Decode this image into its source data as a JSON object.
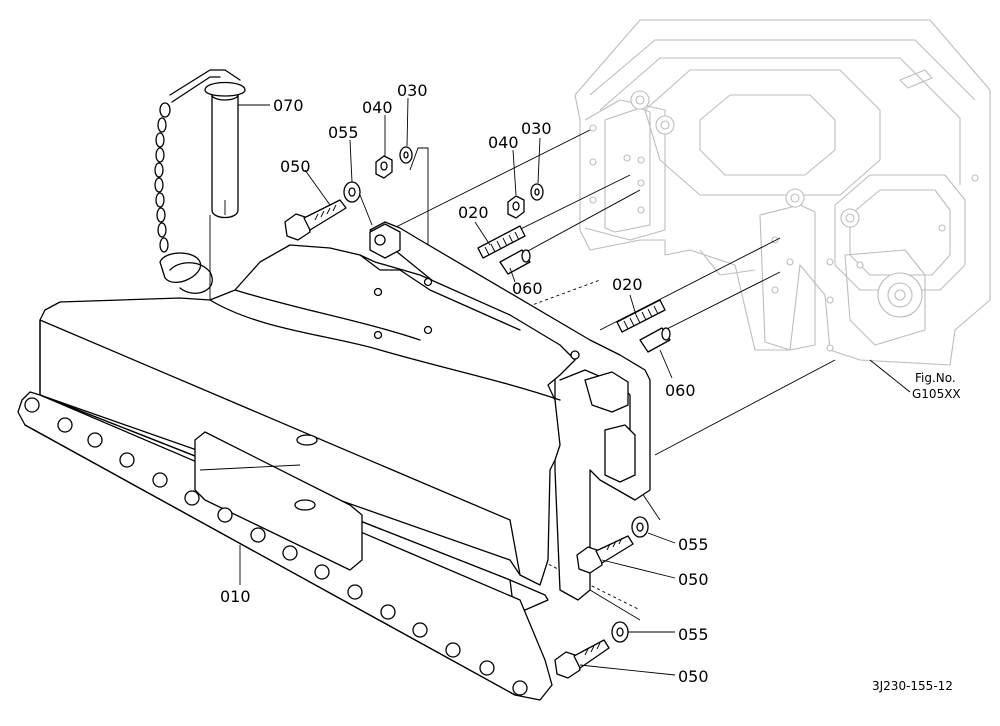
{
  "callouts": [
    "070",
    "050",
    "055",
    "040",
    "030",
    "040",
    "030",
    "020",
    "060",
    "020",
    "060",
    "055",
    "050",
    "055",
    "050",
    "010"
  ],
  "fig_label": {
    "line1": "Fig.No.",
    "line2": "G105XX"
  },
  "drawing_code": "3J230-155-12"
}
